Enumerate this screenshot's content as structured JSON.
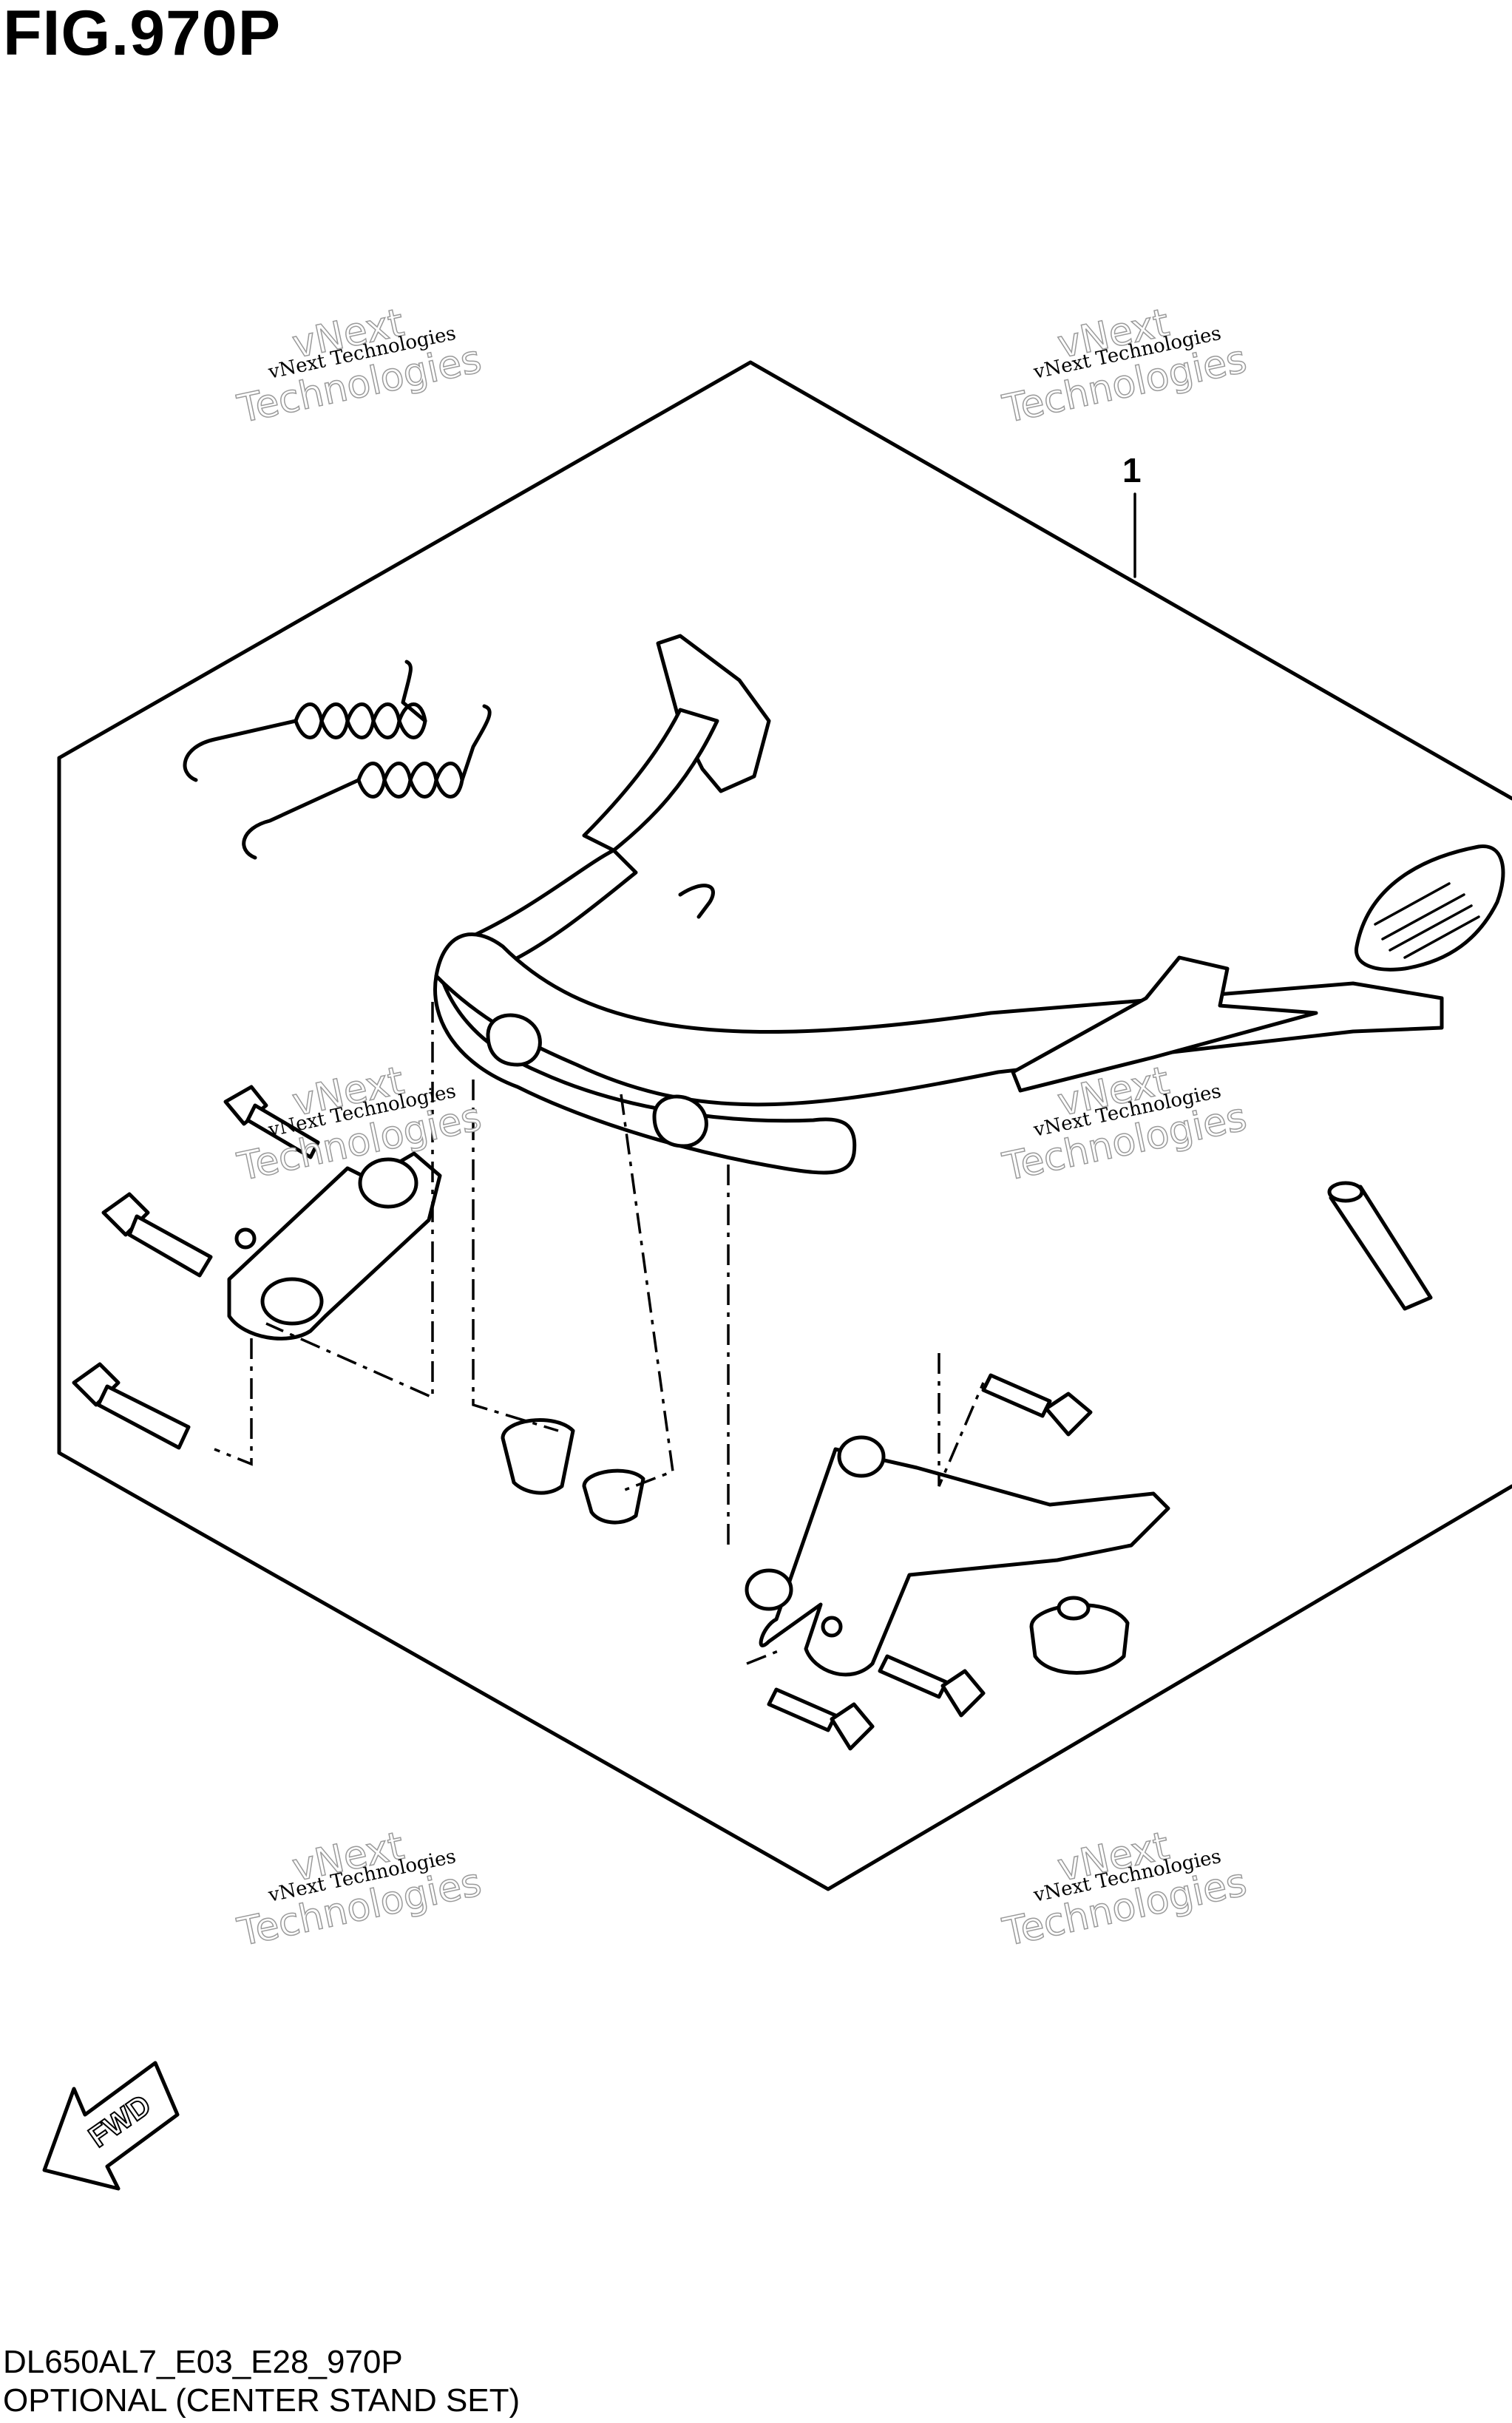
{
  "figure": {
    "title": "FIG.970P",
    "code": "DL650AL7_E03_E28_970P",
    "description": "OPTIONAL (CENTER STAND SET)"
  },
  "callouts": [
    {
      "label": "1"
    }
  ],
  "watermark": {
    "small_text": "vNext Technologies",
    "big_line1": "vNext",
    "big_line2": "Technologies"
  },
  "direction_arrow": {
    "label": "FWD"
  }
}
